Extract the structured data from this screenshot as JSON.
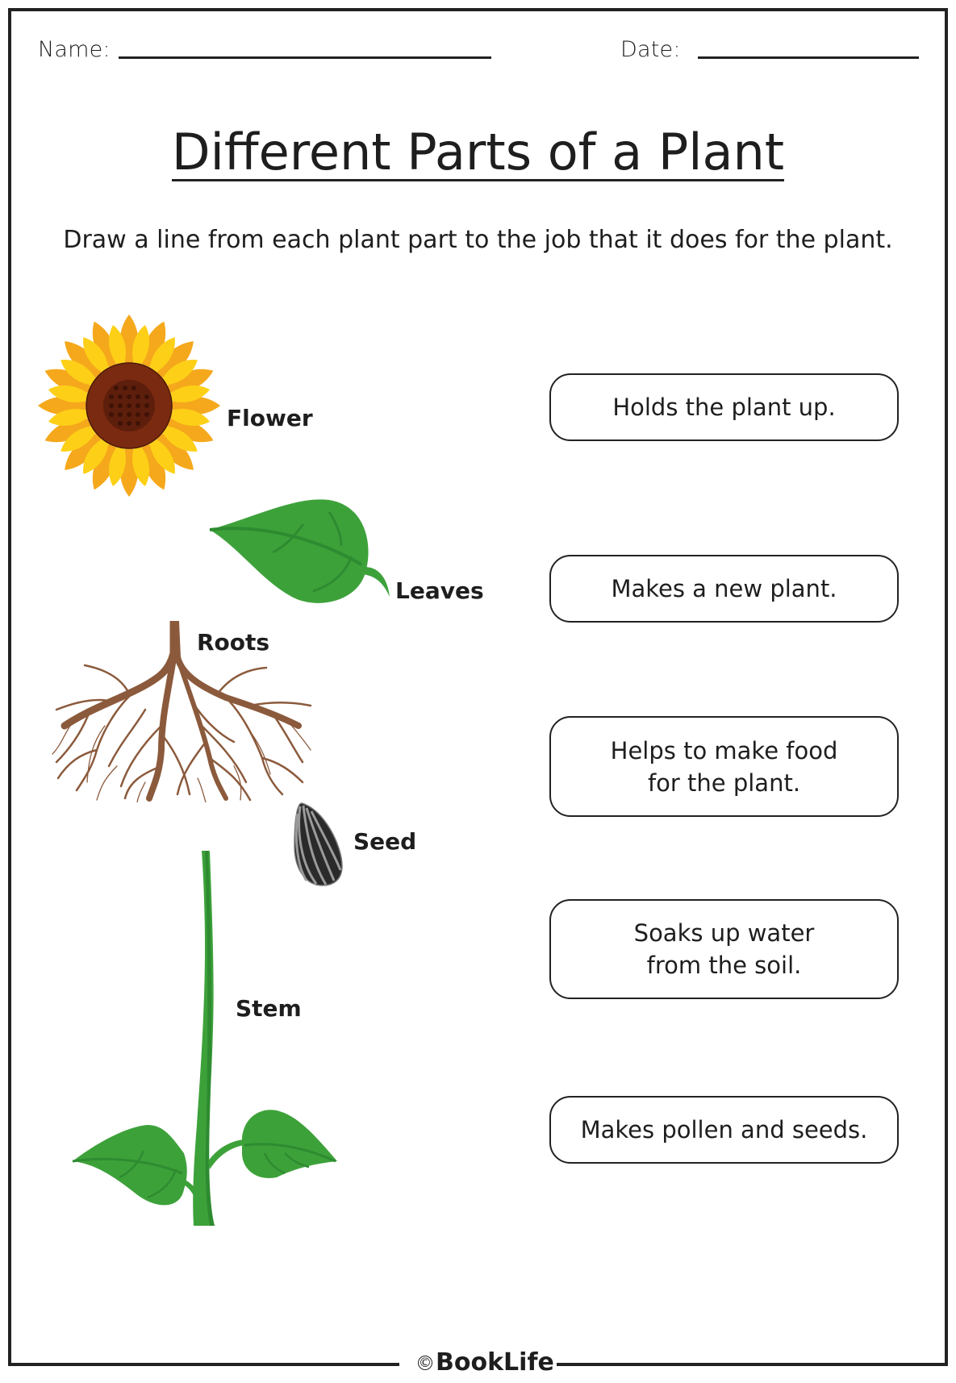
{
  "header": {
    "name_label": "Name:",
    "date_label": "Date:"
  },
  "title": "Different Parts of a Plant",
  "instruction": "Draw a line from each plant part to the job that it does for the plant.",
  "parts": [
    {
      "label": "Flower",
      "icon": "sunflower-icon"
    },
    {
      "label": "Leaves",
      "icon": "leaf-icon"
    },
    {
      "label": "Roots",
      "icon": "roots-icon"
    },
    {
      "label": "Seed",
      "icon": "seed-icon"
    },
    {
      "label": "Stem",
      "icon": "stem-icon"
    }
  ],
  "jobs": [
    {
      "text": "Holds the plant up."
    },
    {
      "text": "Makes a new plant."
    },
    {
      "text": "Helps to make food for the plant."
    },
    {
      "text": "Soaks up water from the soil."
    },
    {
      "text": "Makes pollen and seeds."
    }
  ],
  "footer": {
    "copyright_symbol": "©",
    "brand": "BookLife"
  },
  "colors": {
    "border": "#222222",
    "petal_dark": "#F5A81C",
    "petal_light": "#FDD017",
    "flower_center": "#7A2A10",
    "leaf_green": "#3DA13A",
    "leaf_vein": "#2E8B30",
    "root_brown": "#8B5A3C",
    "seed_dark": "#2A2A2A",
    "seed_stripe": "#9A9A9A"
  }
}
